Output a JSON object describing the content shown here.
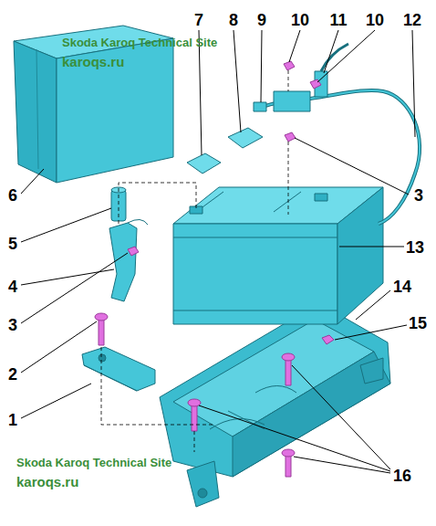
{
  "diagram": {
    "labels": [
      "Skoda Karoq Technical Site",
      "karoqs.ru",
      "7",
      "8",
      "9",
      "10",
      "11",
      "10",
      "12",
      "6",
      "5",
      "4",
      "3",
      "3",
      "13",
      "14",
      "15",
      "2",
      "1",
      "16",
      "Skoda Karoq Technical Site",
      "karoqs.ru"
    ]
  }
}
